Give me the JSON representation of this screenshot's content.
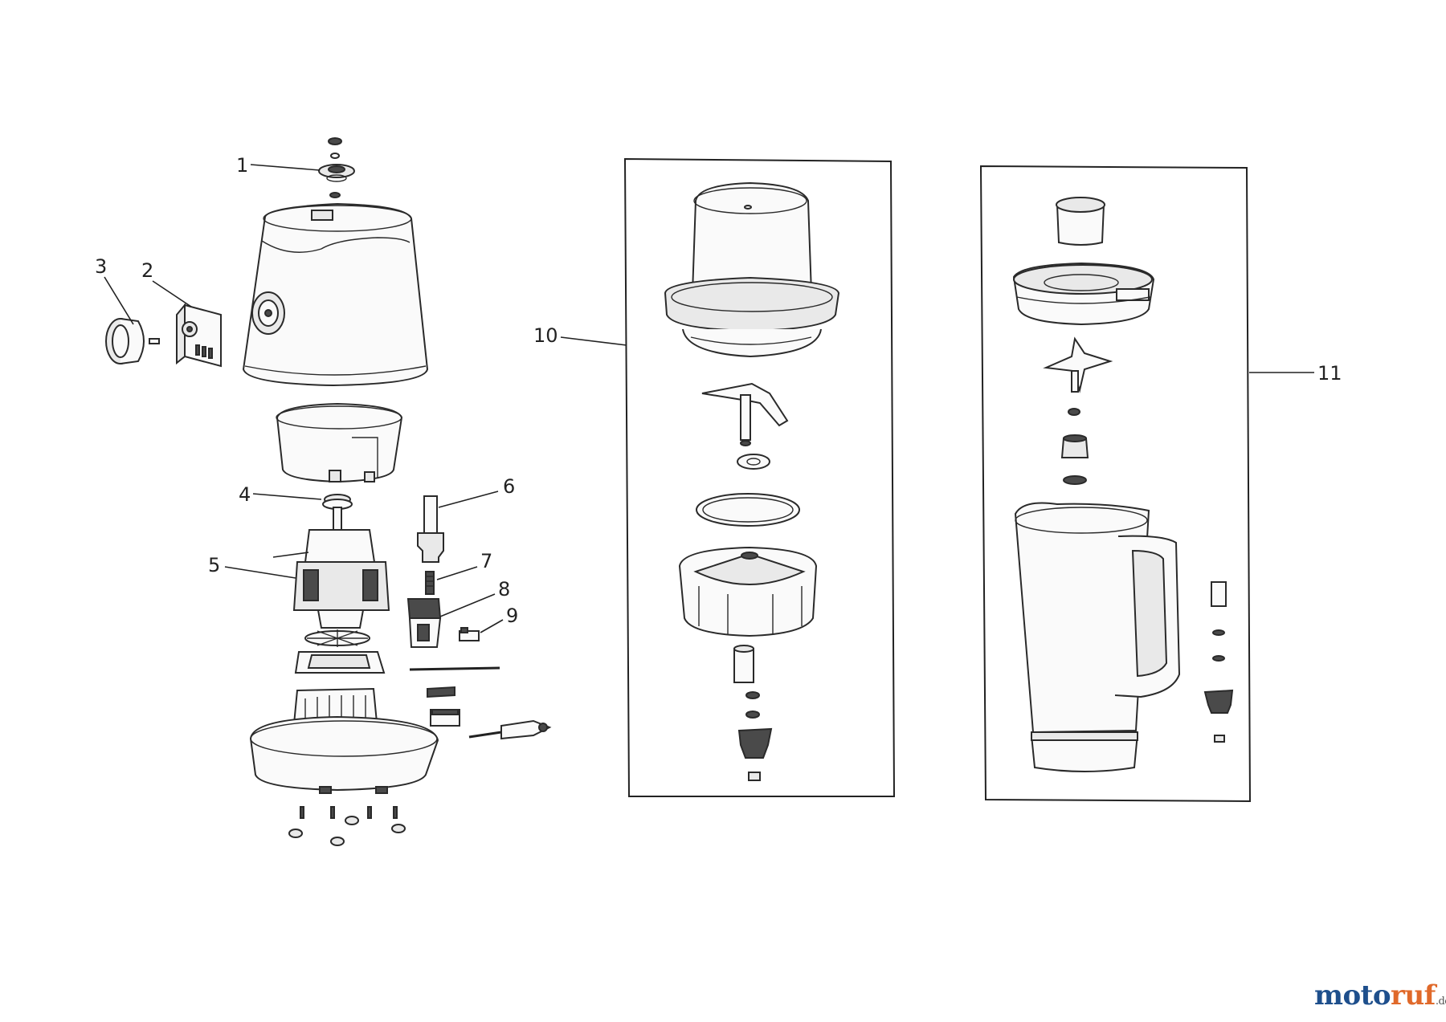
{
  "diagram": {
    "callouts": [
      "1",
      "2",
      "3",
      "4",
      "5",
      "6",
      "7",
      "8",
      "9",
      "10",
      "11"
    ]
  },
  "logo": {
    "text_part1": "moto",
    "text_part2": "ruf",
    "tld": ".de"
  }
}
